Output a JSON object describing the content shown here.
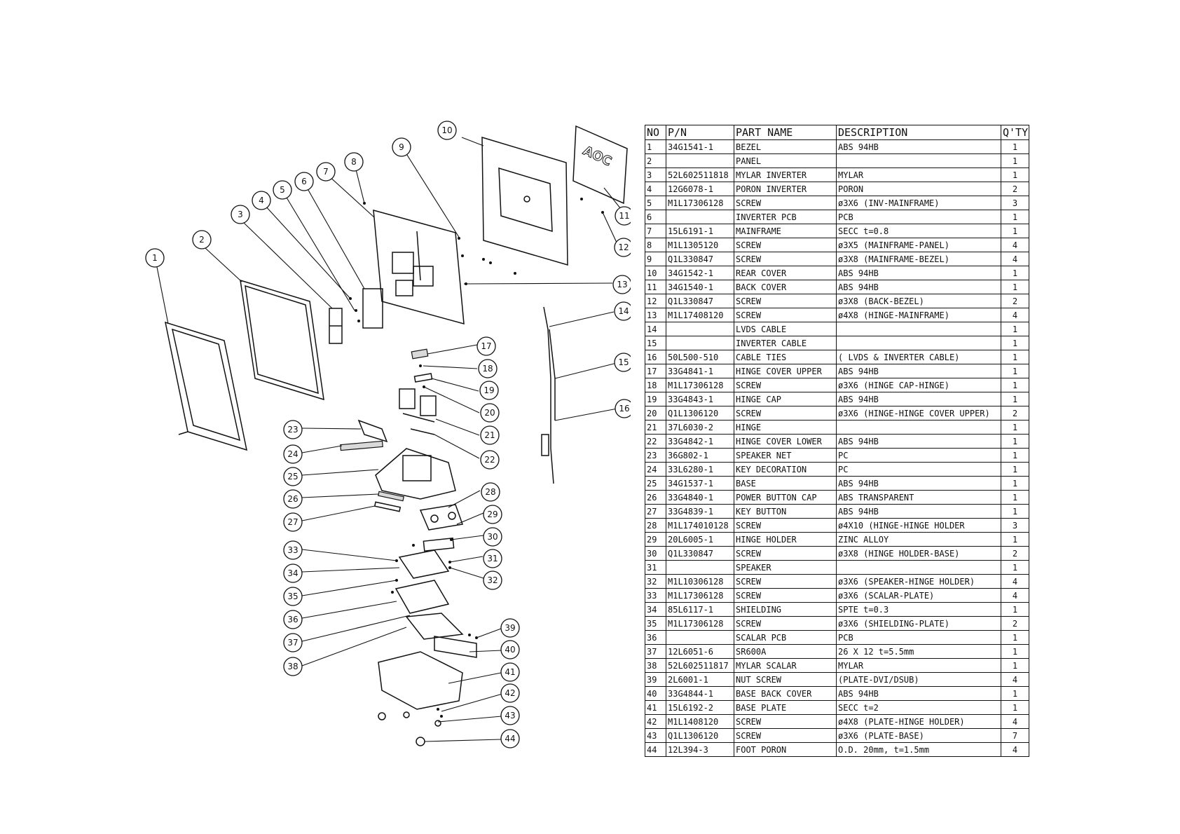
{
  "table": {
    "headers": [
      "NO",
      "P/N",
      "PART NAME",
      "DESCRIPTION",
      "Q'TY"
    ],
    "rows": [
      [
        "1",
        "34G1541-1",
        "BEZEL",
        "ABS 94HB",
        "1"
      ],
      [
        "2",
        "",
        "PANEL",
        "",
        "1"
      ],
      [
        "3",
        "52L602511818",
        "MYLAR INVERTER",
        "MYLAR",
        "1"
      ],
      [
        "4",
        "12G6078-1",
        "PORON INVERTER",
        "PORON",
        "2"
      ],
      [
        "5",
        "M1L17306128",
        "SCREW",
        "ø3X6 (INV-MAINFRAME)",
        "3"
      ],
      [
        "6",
        "",
        "INVERTER PCB",
        "PCB",
        "1"
      ],
      [
        "7",
        "15L6191-1",
        "MAINFRAME",
        "SECC t=0.8",
        "1"
      ],
      [
        "8",
        "M1L1305120",
        "SCREW",
        "ø3X5 (MAINFRAME-PANEL)",
        "4"
      ],
      [
        "9",
        "Q1L330847",
        "SCREW",
        "ø3X8 (MAINFRAME-BEZEL)",
        "4"
      ],
      [
        "10",
        "34G1542-1",
        "REAR COVER",
        "ABS 94HB",
        "1"
      ],
      [
        "11",
        "34G1540-1",
        "BACK COVER",
        "ABS 94HB",
        "1"
      ],
      [
        "12",
        "Q1L330847",
        "SCREW",
        "ø3X8 (BACK-BEZEL)",
        "2"
      ],
      [
        "13",
        "M1L17408120",
        "SCREW",
        "ø4X8 (HINGE-MAINFRAME)",
        "4"
      ],
      [
        "14",
        "",
        "LVDS CABLE",
        "",
        "1"
      ],
      [
        "15",
        "",
        "INVERTER CABLE",
        "",
        "1"
      ],
      [
        "16",
        "50L500-510",
        "CABLE TIES",
        "( LVDS & INVERTER CABLE)",
        "1"
      ],
      [
        "17",
        "33G4841-1",
        "HINGE COVER UPPER",
        "ABS 94HB",
        "1"
      ],
      [
        "18",
        "M1L17306128",
        "SCREW",
        "ø3X6 (HINGE CAP-HINGE)",
        "1"
      ],
      [
        "19",
        "33G4843-1",
        "HINGE CAP",
        "ABS 94HB",
        "1"
      ],
      [
        "20",
        "Q1L1306120",
        "SCREW",
        "ø3X6 (HINGE-HINGE COVER UPPER)",
        "2"
      ],
      [
        "21",
        "37L6030-2",
        "HINGE",
        "",
        "1"
      ],
      [
        "22",
        "33G4842-1",
        "HINGE COVER LOWER",
        "ABS 94HB",
        "1"
      ],
      [
        "23",
        "36G802-1",
        "SPEAKER NET",
        "PC",
        "1"
      ],
      [
        "24",
        "33L6280-1",
        "KEY DECORATION",
        "PC",
        "1"
      ],
      [
        "25",
        "34G1537-1",
        "BASE",
        "ABS 94HB",
        "1"
      ],
      [
        "26",
        "33G4840-1",
        "POWER BUTTON CAP",
        "ABS TRANSPARENT",
        "1"
      ],
      [
        "27",
        "33G4839-1",
        "KEY BUTTON",
        "ABS 94HB",
        "1"
      ],
      [
        "28",
        "M1L174010128",
        "SCREW",
        "ø4X10 (HINGE-HINGE HOLDER",
        "3"
      ],
      [
        "29",
        "20L6005-1",
        "HINGE HOLDER",
        "ZINC ALLOY",
        "1"
      ],
      [
        "30",
        "Q1L330847",
        "SCREW",
        "ø3X8 (HINGE HOLDER-BASE)",
        "2"
      ],
      [
        "31",
        "",
        "SPEAKER",
        "",
        "1"
      ],
      [
        "32",
        "M1L10306128",
        "SCREW",
        "ø3X6 (SPEAKER-HINGE HOLDER)",
        "4"
      ],
      [
        "33",
        "M1L17306128",
        "SCREW",
        "ø3X6 (SCALAR-PLATE)",
        "4"
      ],
      [
        "34",
        "85L6117-1",
        "SHIELDING",
        "SPTE t=0.3",
        "1"
      ],
      [
        "35",
        "M1L17306128",
        "SCREW",
        "ø3X6 (SHIELDING-PLATE)",
        "2"
      ],
      [
        "36",
        "",
        "SCALAR PCB",
        "PCB",
        "1"
      ],
      [
        "37",
        "12L6051-6",
        "SR600A",
        "26 X 12  t=5.5mm",
        "1"
      ],
      [
        "38",
        "52L602511817",
        "MYLAR SCALAR",
        "MYLAR",
        "1"
      ],
      [
        "39",
        "2L6001-1",
        "NUT SCREW",
        "(PLATE-DVI/DSUB)",
        "4"
      ],
      [
        "40",
        "33G4844-1",
        "BASE BACK COVER",
        "ABS 94HB",
        "1"
      ],
      [
        "41",
        "15L6192-2",
        "BASE PLATE",
        "SECC t=2",
        "1"
      ],
      [
        "42",
        "M1L1408120",
        "SCREW",
        "ø4X8 (PLATE-HINGE HOLDER)",
        "4"
      ],
      [
        "43",
        "Q1L1306120",
        "SCREW",
        "ø3X6 (PLATE-BASE)",
        "7"
      ],
      [
        "44",
        "12L394-3",
        "FOOT PORON",
        "O.D. 20mm, t=1.5mm",
        "4"
      ]
    ]
  },
  "callouts": [
    "1",
    "2",
    "3",
    "4",
    "5",
    "6",
    "7",
    "8",
    "9",
    "10",
    "11",
    "12",
    "13",
    "14",
    "15",
    "16",
    "17",
    "18",
    "19",
    "20",
    "21",
    "22",
    "23",
    "24",
    "25",
    "26",
    "27",
    "28",
    "29",
    "30",
    "31",
    "32",
    "33",
    "34",
    "35",
    "36",
    "37",
    "38",
    "39",
    "40",
    "41",
    "42",
    "43",
    "44"
  ],
  "back_cover_logo": "AOC",
  "colors": {
    "line": "#111111",
    "background": "#ffffff"
  }
}
